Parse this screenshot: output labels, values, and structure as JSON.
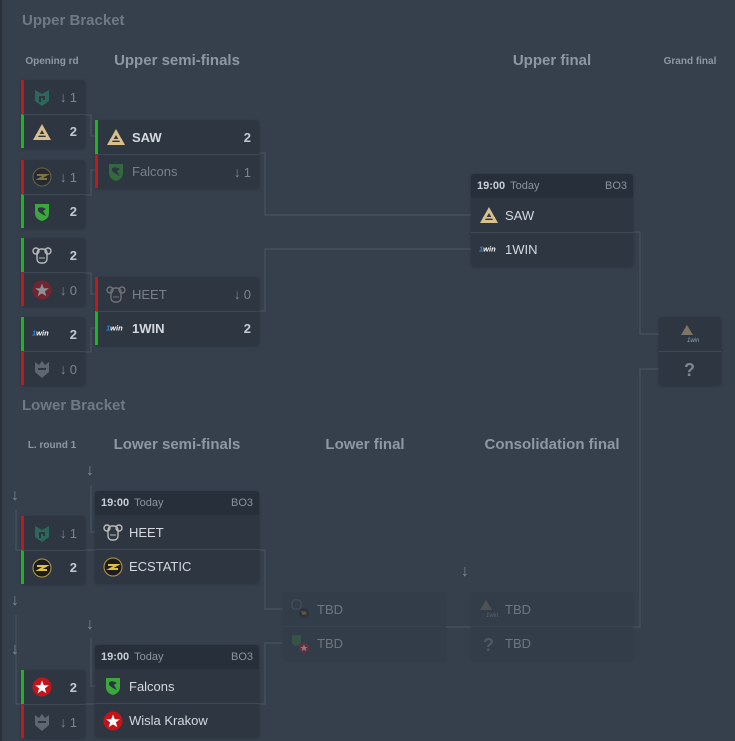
{
  "upper_bracket": {
    "title": "Upper Bracket",
    "columns": [
      "Opening rd",
      "Upper semi-finals",
      "Upper final",
      "Grand final"
    ],
    "opening": [
      {
        "teams": [
          {
            "logo": "mongolz-logo",
            "score": "1",
            "result": "loss"
          },
          {
            "logo": "saw-logo",
            "score": "2",
            "result": "win"
          }
        ]
      },
      {
        "teams": [
          {
            "logo": "ecstatic-logo",
            "score": "1",
            "result": "loss"
          },
          {
            "logo": "falcons-logo",
            "score": "2",
            "result": "win"
          }
        ]
      },
      {
        "teams": [
          {
            "logo": "heet-logo",
            "score": "2",
            "result": "win"
          },
          {
            "logo": "wisla-logo",
            "score": "0",
            "result": "loss"
          }
        ]
      },
      {
        "teams": [
          {
            "logo": "1win-logo",
            "score": "2",
            "result": "win"
          },
          {
            "logo": "helmet-logo",
            "score": "0",
            "result": "loss"
          }
        ]
      }
    ],
    "semis": [
      {
        "teams": [
          {
            "logo": "saw-logo",
            "name": "SAW",
            "score": "2",
            "result": "win"
          },
          {
            "logo": "falcons-logo",
            "name": "Falcons",
            "score": "1",
            "result": "loss"
          }
        ]
      },
      {
        "teams": [
          {
            "logo": "heet-logo",
            "name": "HEET",
            "score": "0",
            "result": "loss"
          },
          {
            "logo": "1win-logo",
            "name": "1WIN",
            "score": "2",
            "result": "win"
          }
        ]
      }
    ],
    "final": {
      "time": "19:00",
      "day": "Today",
      "format": "BO3",
      "teams": [
        {
          "logo": "saw-logo",
          "name": "SAW"
        },
        {
          "logo": "1win-logo",
          "name": "1WIN"
        }
      ]
    },
    "grand_final": {
      "teams": [
        {
          "logo": "saw-1win-logo"
        },
        {
          "logo": "question-logo",
          "name": "?"
        }
      ]
    }
  },
  "lower_bracket": {
    "title": "Lower Bracket",
    "columns": [
      "L. round 1",
      "Lower semi-finals",
      "Lower final",
      "Consolidation final"
    ],
    "round1": [
      {
        "teams": [
          {
            "logo": "mongolz-logo",
            "score": "1",
            "result": "loss"
          },
          {
            "logo": "ecstatic-logo",
            "score": "2",
            "result": "win"
          }
        ]
      },
      {
        "teams": [
          {
            "logo": "wisla-logo",
            "score": "2",
            "result": "win"
          },
          {
            "logo": "helmet-logo",
            "score": "1",
            "result": "loss"
          }
        ]
      }
    ],
    "semis": [
      {
        "time": "19:00",
        "day": "Today",
        "format": "BO3",
        "teams": [
          {
            "logo": "heet-logo",
            "name": "HEET"
          },
          {
            "logo": "ecstatic-logo",
            "name": "ECSTATIC"
          }
        ]
      },
      {
        "time": "19:00",
        "day": "Today",
        "format": "BO3",
        "teams": [
          {
            "logo": "falcons-logo",
            "name": "Falcons"
          },
          {
            "logo": "wisla-logo",
            "name": "Wisla Krakow"
          }
        ]
      }
    ],
    "final": {
      "teams": [
        {
          "logo": "heet-ecstatic-logo",
          "name": "TBD"
        },
        {
          "logo": "falcons-wisla-logo",
          "name": "TBD"
        }
      ]
    },
    "consolidation": {
      "teams": [
        {
          "logo": "saw-1win-logo",
          "name": "TBD"
        },
        {
          "logo": "question-logo",
          "name": "TBD"
        }
      ]
    }
  },
  "colors": {
    "background": "#36404d",
    "card": "#2e3642",
    "win": "#1fb51f",
    "loss": "#c0181b"
  }
}
